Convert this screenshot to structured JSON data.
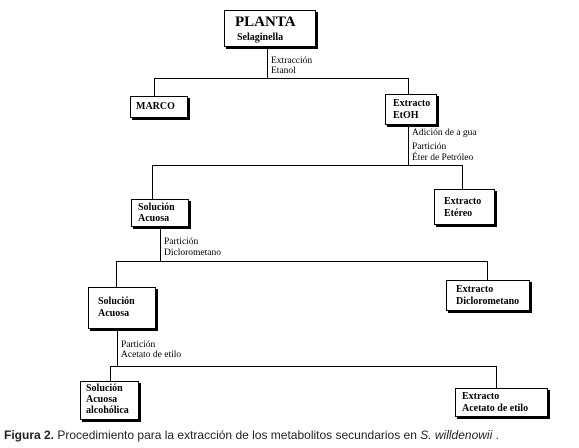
{
  "nodes": {
    "planta": {
      "title": "PLANTA",
      "subtitle": "Selaginella"
    },
    "marco": {
      "label": "MARCO"
    },
    "extracto_etoh": {
      "line1": "Extracto",
      "line2": "EtOH"
    },
    "solucion_acuosa_1": {
      "line1": "Solución",
      "line2": "Acuosa"
    },
    "extracto_etereo": {
      "line1": "Extracto",
      "line2": "Etéreo"
    },
    "solucion_acuosa_2": {
      "line1": "Solución",
      "line2": "Acuosa"
    },
    "extracto_diclorometano": {
      "line1": "Extracto",
      "line2": "Diclorometano"
    },
    "solucion_acuosa_alcoholica": {
      "line1": "Solución",
      "line2": "Acuosa",
      "line3": "alcohólica"
    },
    "extracto_acetato": {
      "line1": "Extracto",
      "line2": "Acetato de etilo"
    }
  },
  "steps": {
    "extraccion": {
      "line1": "Extracción",
      "line2": "Etanol"
    },
    "particion_eter": {
      "line1": "Adición de a gua",
      "line2": "Partición",
      "line3": "Éter de Petróleo"
    },
    "particion_dicloro": {
      "line1": "Partición",
      "line2": "Diclorometano"
    },
    "particion_acetato": {
      "line1": "Partición",
      "line2": "Acetato de etilo"
    }
  },
  "caption": {
    "label": "Figura 2.",
    "text": " Procedimiento para la extracción de los metabolitos secundarios en ",
    "species": "S. willdenowii",
    "end": " ."
  }
}
